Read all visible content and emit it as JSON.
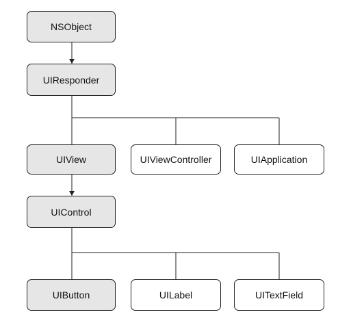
{
  "diagram": {
    "nodes": {
      "nsobject": "NSObject",
      "uiresponder": "UIResponder",
      "uiview": "UIView",
      "uiviewcontroller": "UIViewController",
      "uiapplication": "UIApplication",
      "uicontrol": "UIControl",
      "uibutton": "UIButton",
      "uilabel": "UILabel",
      "uitextfield": "UITextField"
    },
    "edges": [
      [
        "NSObject",
        "UIResponder"
      ],
      [
        "UIResponder",
        "UIView"
      ],
      [
        "UIResponder",
        "UIViewController"
      ],
      [
        "UIResponder",
        "UIApplication"
      ],
      [
        "UIView",
        "UIControl"
      ],
      [
        "UIControl",
        "UIButton"
      ],
      [
        "UIControl",
        "UILabel"
      ],
      [
        "UIControl",
        "UITextField"
      ]
    ],
    "colors": {
      "highlight_fill": "#e6e6e6",
      "plain_fill": "#ffffff",
      "stroke": "#222222"
    }
  }
}
